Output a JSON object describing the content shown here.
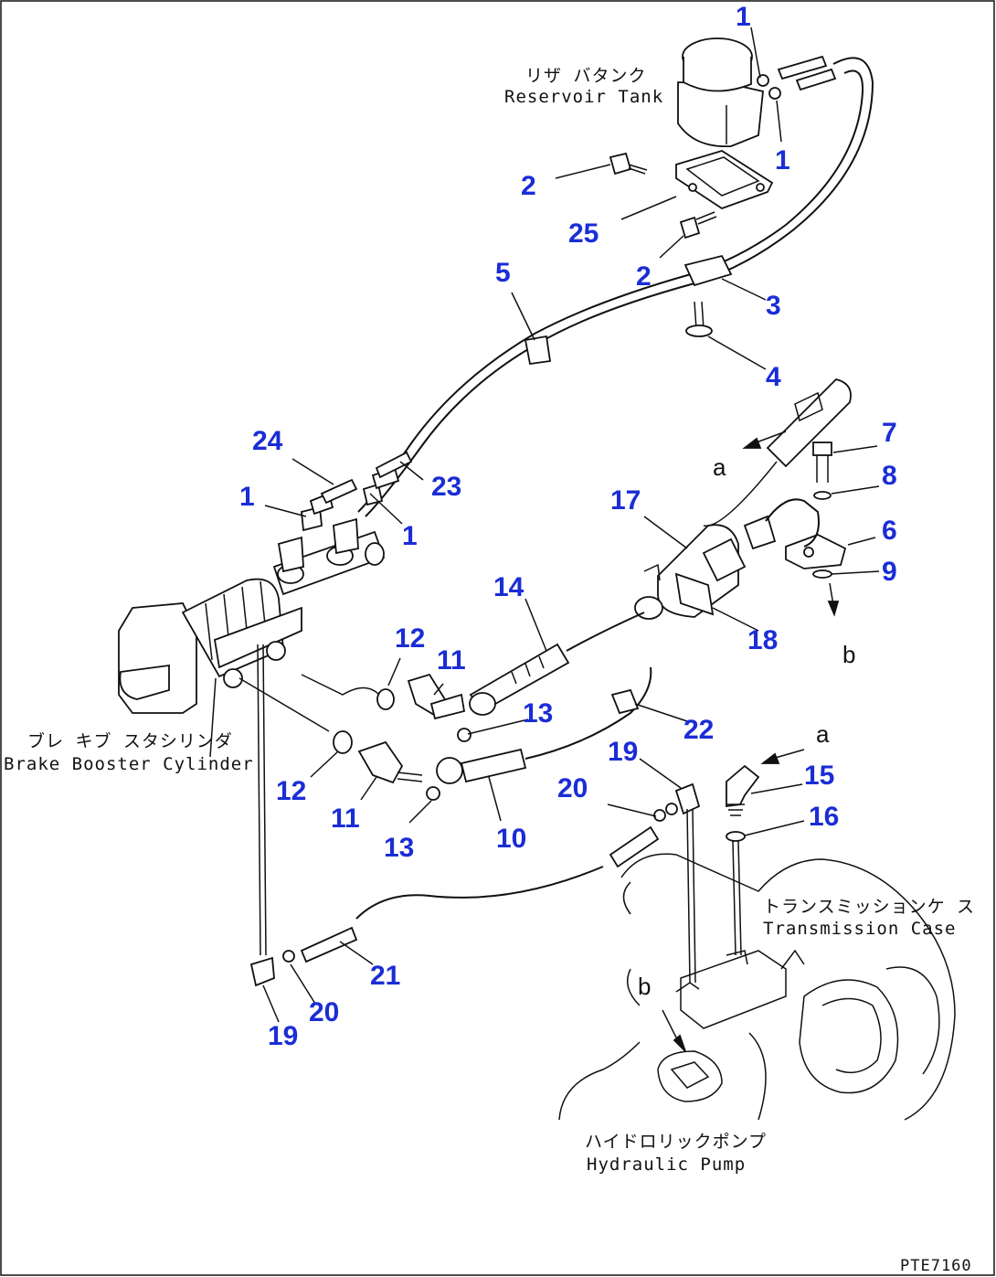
{
  "callouts": [
    "1",
    "1",
    "2",
    "25",
    "2",
    "5",
    "3",
    "4",
    "7",
    "8",
    "6",
    "9",
    "24",
    "23",
    "1",
    "1",
    "17",
    "14",
    "18",
    "12",
    "11",
    "13",
    "22",
    "12",
    "11",
    "10",
    "13",
    "19",
    "20",
    "15",
    "16",
    "21",
    "20",
    "19"
  ],
  "captions": {
    "reservoir_jp": "リザ バタンク",
    "reservoir_en": "Reservoir Tank",
    "brake_jp": "ブレ キブ スタシリンダ",
    "brake_en": "Brake Booster Cylinder",
    "trans_jp": "トランスミッションケ ス",
    "trans_en": "Transmission Case",
    "pump_jp": "ハイドロリックポンプ",
    "pump_en": "Hydraulic Pump"
  },
  "letters": [
    "a",
    "b",
    "a",
    "b"
  ],
  "drawing_code": "PTE7160"
}
